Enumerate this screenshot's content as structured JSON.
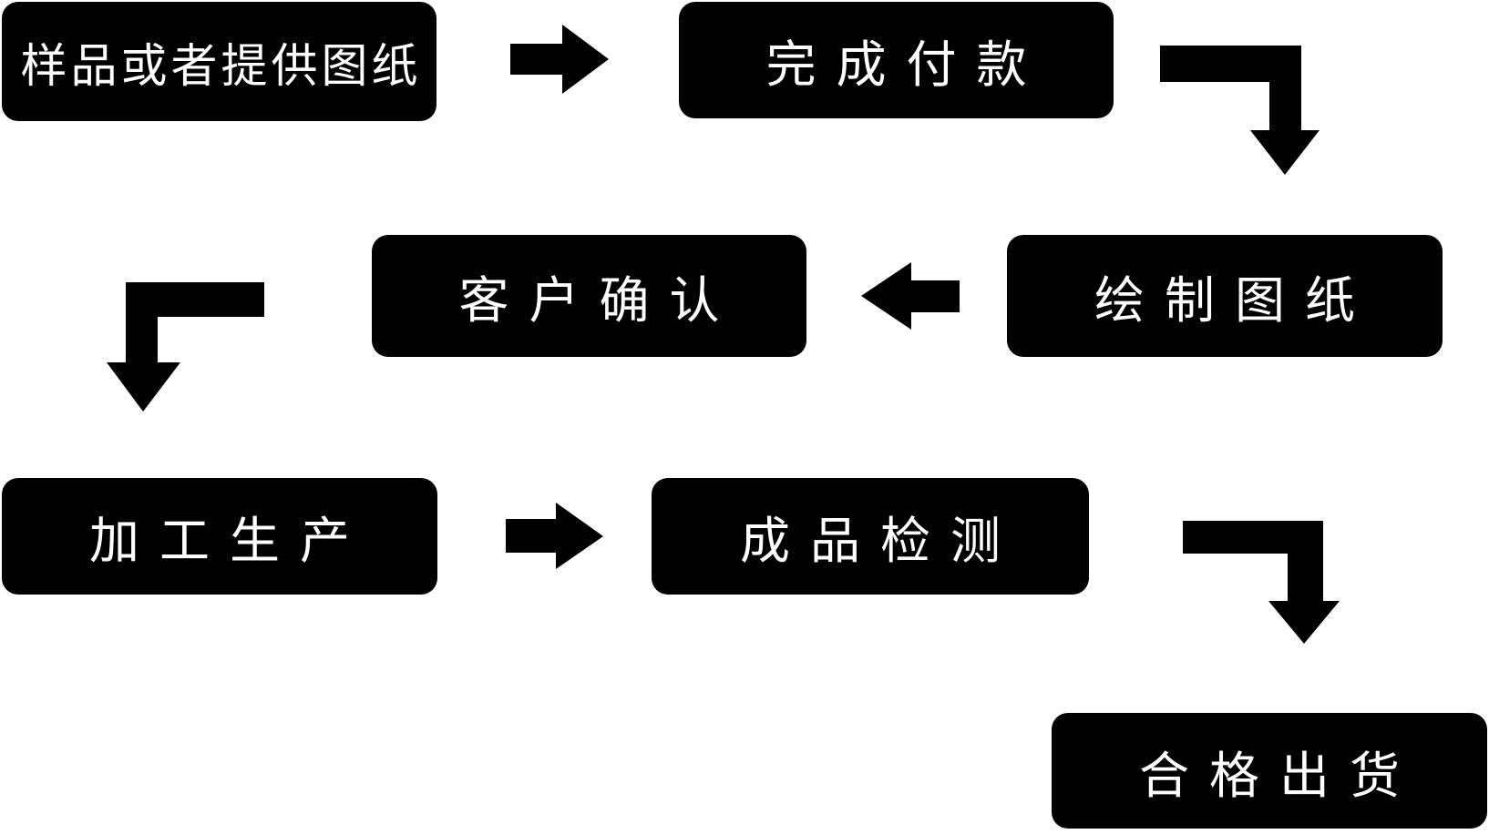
{
  "diagram": {
    "type": "flowchart",
    "background_color": "#ffffff",
    "node_color": "#000000",
    "text_color": "#ffffff",
    "nodes": [
      {
        "id": "sample",
        "label": "样品或者提供图纸"
      },
      {
        "id": "payment",
        "label": "完成付款"
      },
      {
        "id": "draw",
        "label": "绘制图纸"
      },
      {
        "id": "confirm",
        "label": "客户确认"
      },
      {
        "id": "production",
        "label": "加工生产"
      },
      {
        "id": "inspection",
        "label": "成品检测"
      },
      {
        "id": "shipment",
        "label": "合格出货"
      }
    ],
    "connections": [
      {
        "from": "样品或者提供图纸",
        "to": "完成付款",
        "shape": "straight-right-arrow"
      },
      {
        "from": "完成付款",
        "to": "绘制图纸",
        "shape": "elbow-right-then-down-arrow"
      },
      {
        "from": "绘制图纸",
        "to": "客户确认",
        "shape": "straight-left-arrow"
      },
      {
        "from": "客户确认",
        "to": "加工生产",
        "shape": "elbow-left-then-down-arrow"
      },
      {
        "from": "加工生产",
        "to": "成品检测",
        "shape": "straight-right-arrow"
      },
      {
        "from": "成品检测",
        "to": "合格出货",
        "shape": "elbow-right-then-down-arrow"
      }
    ]
  }
}
